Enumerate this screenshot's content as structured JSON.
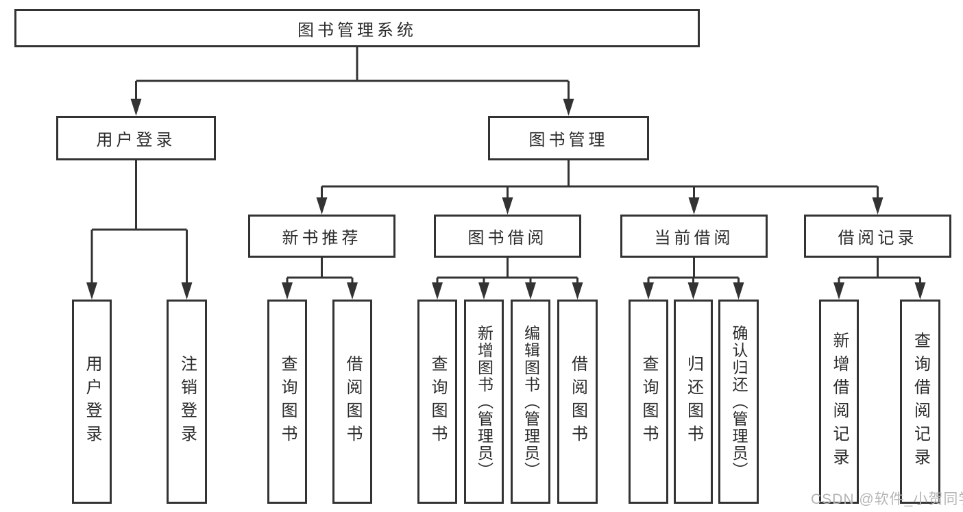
{
  "diagram": {
    "watermark": "CSDN @软件_小贺同学",
    "colors": {
      "line": "#333333",
      "text": "#2b2b2b",
      "background": "#ffffff",
      "watermark": "#b5b5b5"
    },
    "structure": {
      "label": "图书管理系统",
      "children": [
        {
          "label": "用户登录",
          "children": [
            {
              "label": "用户登录"
            },
            {
              "label": "注销登录"
            }
          ]
        },
        {
          "label": "图书管理",
          "children": [
            {
              "label": "新书推荐",
              "children": [
                {
                  "label": "查询图书"
                },
                {
                  "label": "借阅图书"
                }
              ]
            },
            {
              "label": "图书借阅",
              "children": [
                {
                  "label": "查询图书"
                },
                {
                  "label": "新增图书（管理员）"
                },
                {
                  "label": "编辑图书（管理员）"
                },
                {
                  "label": "借阅图书"
                }
              ]
            },
            {
              "label": "当前借阅",
              "children": [
                {
                  "label": "查询图书"
                },
                {
                  "label": "归还图书"
                },
                {
                  "label": "确认归还（管理员）"
                }
              ]
            },
            {
              "label": "借阅记录",
              "children": [
                {
                  "label": "新增借阅记录"
                },
                {
                  "label": "查询借阅记录"
                }
              ]
            }
          ]
        }
      ]
    }
  }
}
